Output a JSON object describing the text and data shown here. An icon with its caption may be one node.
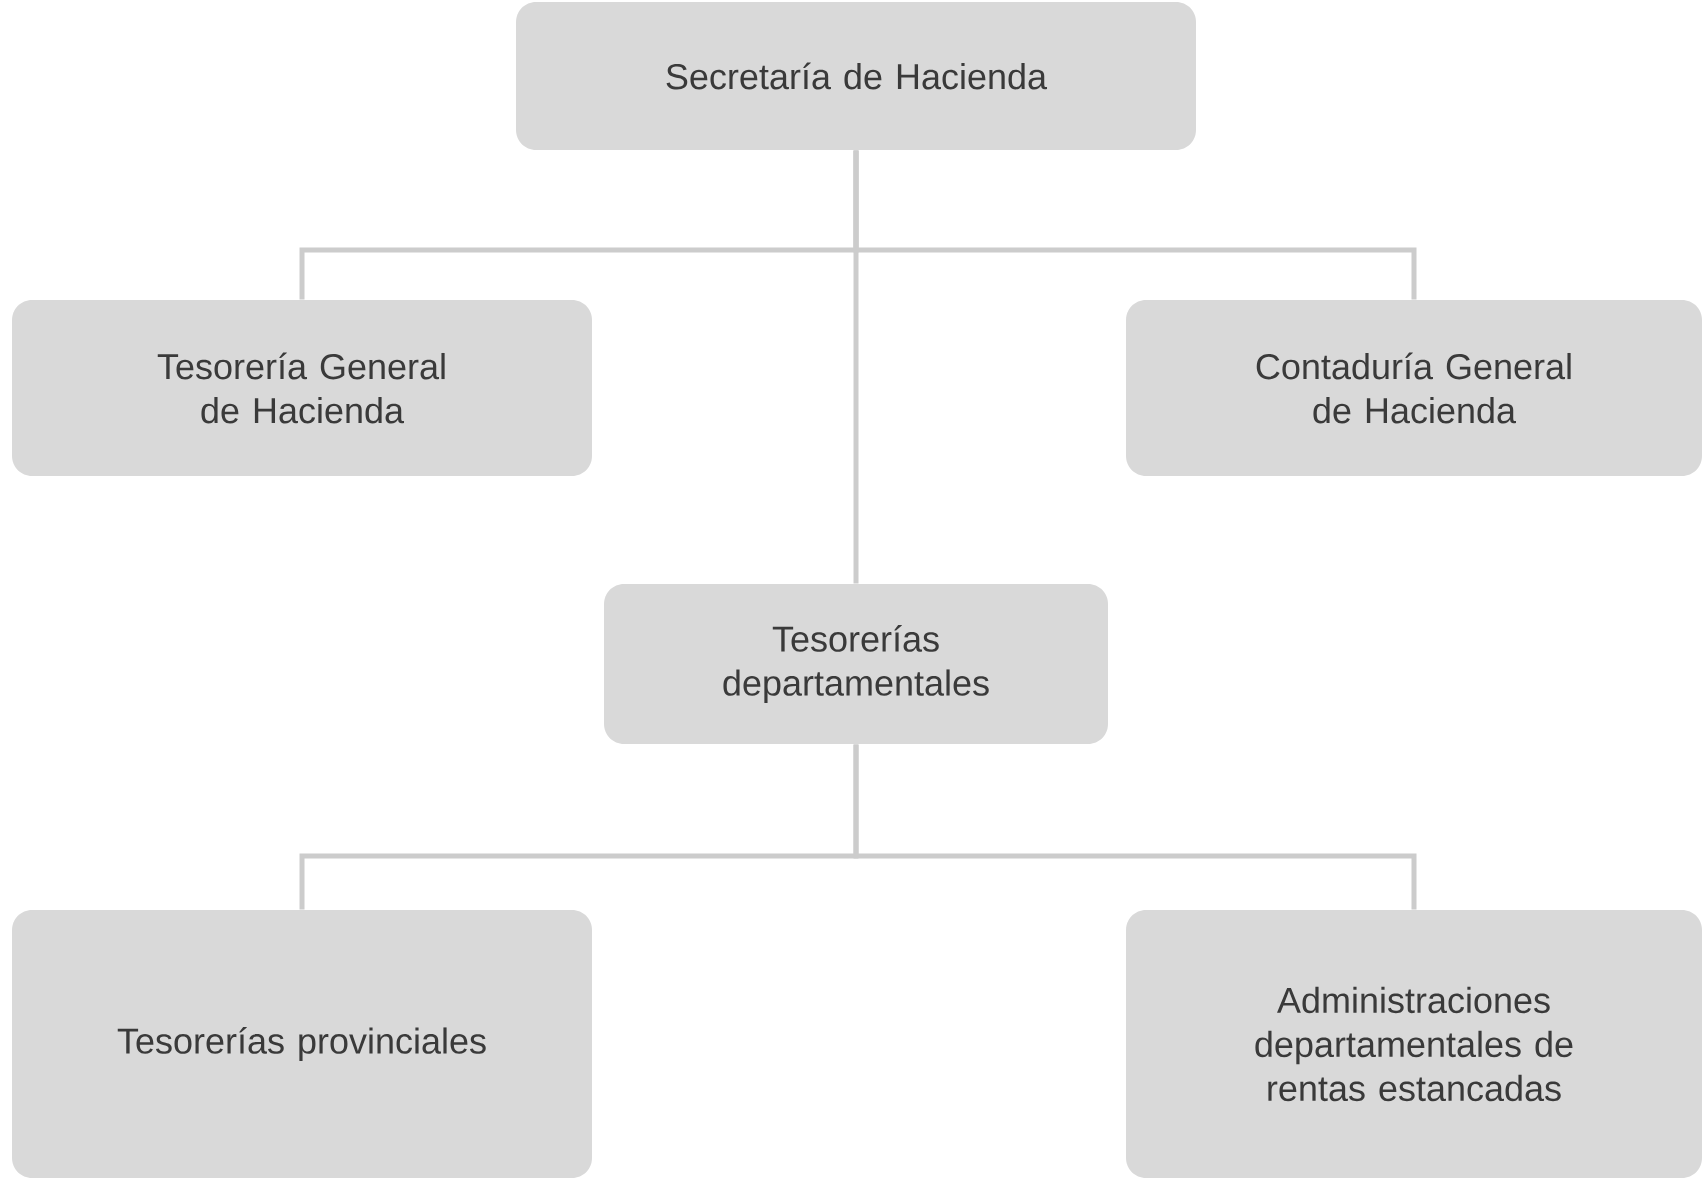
{
  "diagram": {
    "nodes": [
      {
        "text": [
          "Secretaría de Hacienda"
        ]
      },
      {
        "text": [
          "Tesorería General de Hacienda"
        ]
      },
      {
        "text": [
          "Contaduría General de Hacienda"
        ]
      },
      {
        "text": [
          "Tesorerías departamentales"
        ]
      },
      {
        "text": [
          "Tesorerías provinciales"
        ]
      },
      {
        "text": [
          "Administraciones departamentales de rentas estancadas"
        ]
      }
    ],
    "edges": [
      {
        "from": 0,
        "to": 1,
        "arrow": "none"
      },
      {
        "from": 0,
        "to": 2,
        "arrow": "none"
      },
      {
        "from": 0,
        "to": 3,
        "arrow": "none"
      },
      {
        "from": 3,
        "to": 4,
        "arrow": "none"
      },
      {
        "from": 3,
        "to": 5,
        "arrow": "none"
      }
    ]
  }
}
